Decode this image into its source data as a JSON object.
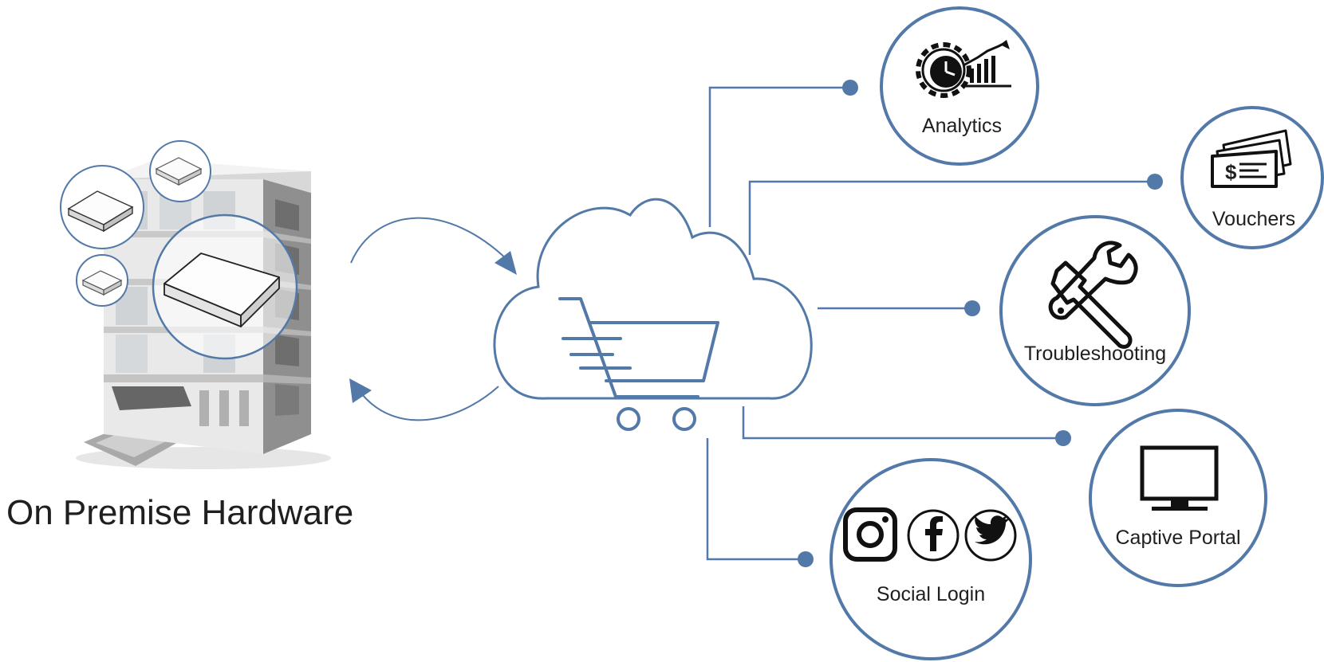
{
  "hardware": {
    "title": "On Premise Hardware"
  },
  "services": {
    "analytics": {
      "label": "Analytics",
      "icon": "gear-chart-icon"
    },
    "vouchers": {
      "label": "Vouchers",
      "icon": "voucher-tickets-icon"
    },
    "troubleshooting": {
      "label": "Troubleshooting",
      "icon": "wrench-screwdriver-icon"
    },
    "captive_portal": {
      "label": "Captive Portal",
      "icon": "monitor-icon"
    },
    "social_login": {
      "label": "Social Login",
      "icons": [
        "instagram-icon",
        "facebook-icon",
        "twitter-icon"
      ]
    }
  },
  "colors": {
    "accent": "#5279a8",
    "icon": "#111111",
    "text": "#1f1f1f"
  }
}
